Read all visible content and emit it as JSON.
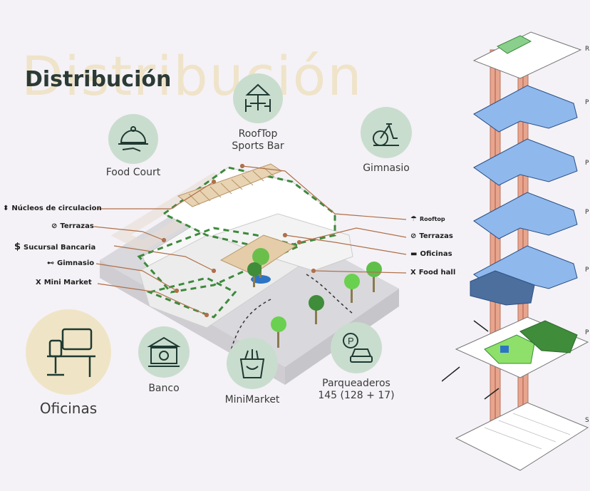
{
  "watermark": "Distribución",
  "title": "Distribución",
  "categories": {
    "food_court": "Food Court",
    "rooftop": "RoofTop\nSports Bar",
    "gimnasio": "Gimnasio",
    "oficinas": "Oficinas",
    "banco": "Banco",
    "minimarket": "MiniMarket",
    "parqueaderos": "Parqueaderos\n145 (128 + 17)"
  },
  "left_labels": [
    {
      "icon": "updown-arrow-icon",
      "glyph": "⬍",
      "text": "Núcleos de circulacion"
    },
    {
      "icon": "leaf-icon",
      "glyph": "⊘",
      "text": "Terrazas"
    },
    {
      "icon": "dollar-icon",
      "glyph": "$",
      "text": "Sucursal Bancaria"
    },
    {
      "icon": "dumbbell-icon",
      "glyph": "⊷",
      "text": "Gimnasio"
    },
    {
      "icon": "fork-knife-icon",
      "glyph": "X",
      "text": "Mini Market"
    }
  ],
  "right_labels": [
    {
      "icon": "umbrella-icon",
      "glyph": "☂",
      "text": "Rooftop"
    },
    {
      "icon": "leaf-icon",
      "glyph": "⊘",
      "text": "Terrazas"
    },
    {
      "icon": "laptop-icon",
      "glyph": "▬",
      "text": "Oficinas"
    },
    {
      "icon": "fork-knife-icon",
      "glyph": "X",
      "text": "Food hall"
    }
  ],
  "floor_labels": [
    "R",
    "P",
    "P",
    "P",
    "P",
    "P",
    "S"
  ],
  "colors": {
    "circle": "#c9ddce",
    "oficinas_circle": "#efe5c6",
    "green_dash": "#3c8a3c",
    "leader": "#b0704a",
    "floor_blue": "#8fb8ec",
    "floor_darkblue": "#4d6f9e",
    "core": "#e8a58e"
  }
}
